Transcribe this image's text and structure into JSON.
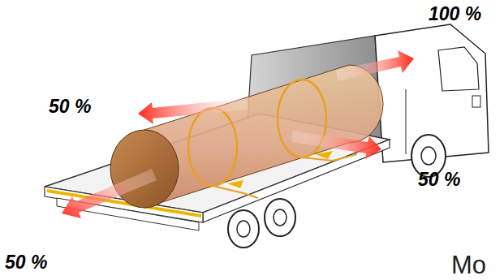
{
  "diagram": {
    "labels": [
      "100 %",
      "50 %",
      "50 %",
      "50 %",
      "Mo"
    ]
  }
}
